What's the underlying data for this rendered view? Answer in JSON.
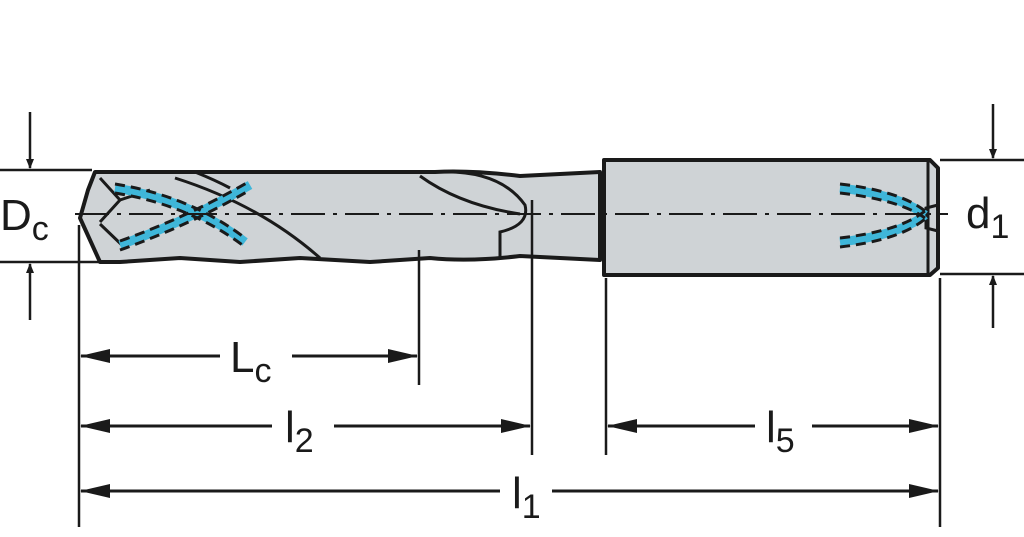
{
  "labels": {
    "dc": {
      "main": "D",
      "sub": "c"
    },
    "d1": {
      "main": "d",
      "sub": "1"
    },
    "lc": {
      "main": "L",
      "sub": "c"
    },
    "l2": {
      "main": "l",
      "sub": "2"
    },
    "l5": {
      "main": "l",
      "sub": "5"
    },
    "l1": {
      "main": "l",
      "sub": "1"
    }
  },
  "colors": {
    "body": "#cfd3d6",
    "outline": "#1a1a1a",
    "coolant": "#3fb6d9"
  }
}
